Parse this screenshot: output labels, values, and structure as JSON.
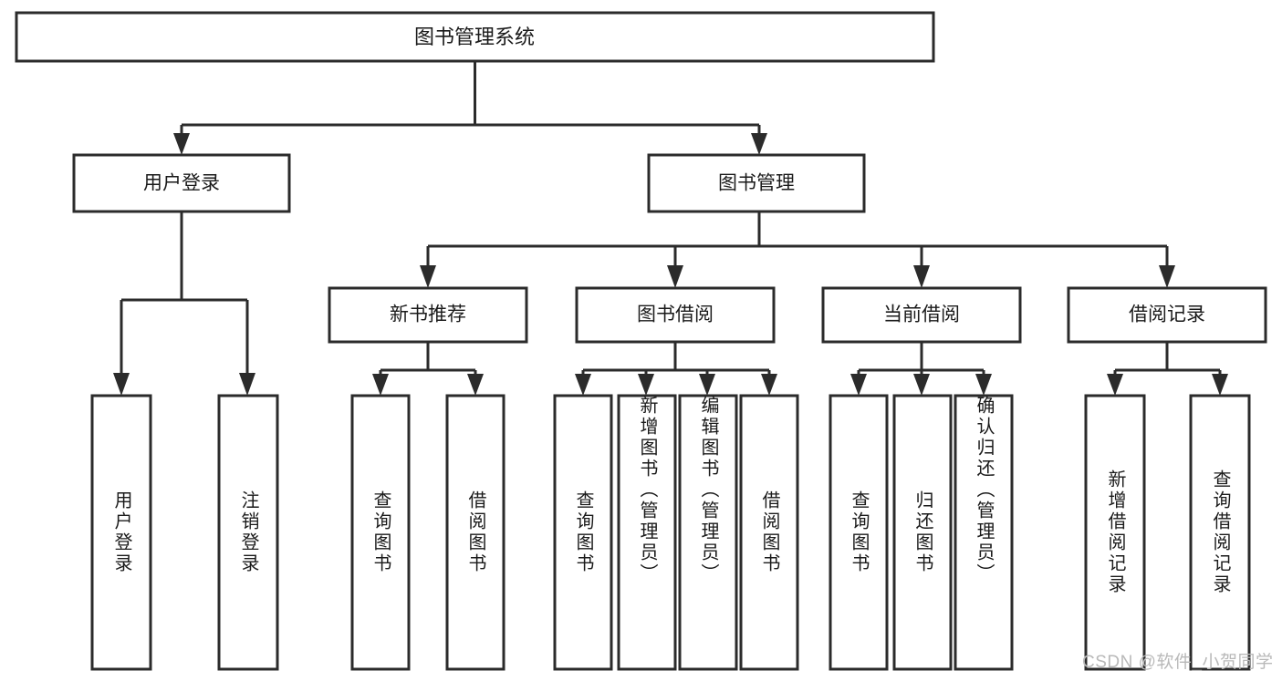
{
  "diagram": {
    "title": "图书管理系统",
    "type": "tree-hierarchy-chart",
    "watermark": "CSDN @软件_小贺同学",
    "colors": {
      "box_stroke": "#2b2b2b",
      "box_fill": "#ffffff",
      "connector": "#2b2b2b",
      "text": "#1a1a1a",
      "watermark": "#b9b9b9",
      "background": "#ffffff"
    },
    "root": {
      "label": "图书管理系统"
    },
    "level2": [
      {
        "label": "用户登录"
      },
      {
        "label": "图书管理"
      }
    ],
    "level3": [
      {
        "label": "新书推荐"
      },
      {
        "label": "图书借阅"
      },
      {
        "label": "当前借阅"
      },
      {
        "label": "借阅记录"
      }
    ],
    "leaves": {
      "user_login": [
        {
          "label": "用户登录"
        },
        {
          "label": "注销登录"
        }
      ],
      "new_book_recommend": [
        {
          "label": "查询图书"
        },
        {
          "label": "借阅图书"
        }
      ],
      "book_borrow": [
        {
          "label": "查询图书"
        },
        {
          "label": "新增图书（管理员）"
        },
        {
          "label": "编辑图书（管理员）"
        },
        {
          "label": "借阅图书"
        }
      ],
      "current_borrow": [
        {
          "label": "查询图书"
        },
        {
          "label": "归还图书"
        },
        {
          "label": "确认归还（管理员）"
        }
      ],
      "borrow_record": [
        {
          "label": "新增借阅记录"
        },
        {
          "label": "查询借阅记录"
        }
      ]
    }
  }
}
